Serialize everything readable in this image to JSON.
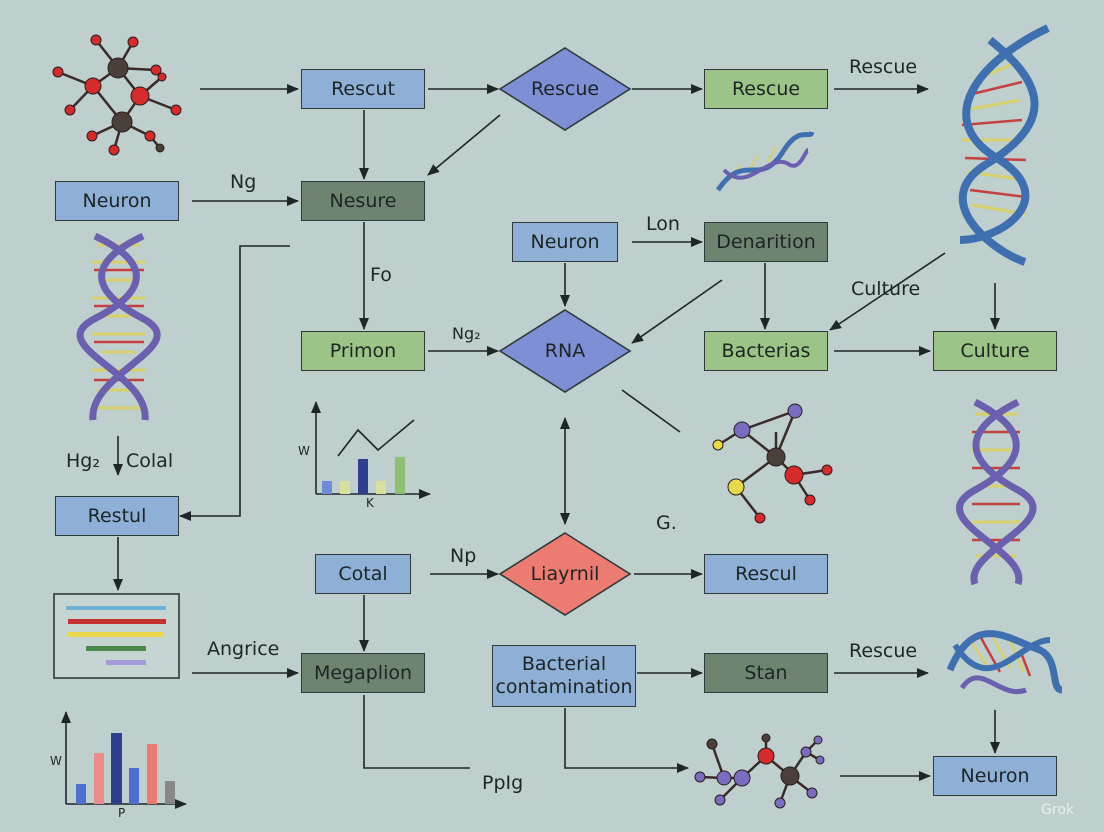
{
  "nodes": {
    "rescut": "Rescut",
    "rescue_diamond": "Rescue",
    "rescue_green": "Rescue",
    "neuron_left": "Neuron",
    "nesure": "Nesure",
    "neuron_center": "Neuron",
    "denarition": "Denarition",
    "primon": "Primon",
    "rna": "RNA",
    "bacterias": "Bacterias",
    "culture_green": "Culture",
    "restul": "Restul",
    "cotal": "Cotal",
    "liayrnil": "Liayrnil",
    "rescul": "Rescul",
    "megaplion": "Megaplion",
    "bacterial_contamination": "Bacterial\ncontamination",
    "stan": "Stan",
    "neuron_bottom": "Neuron"
  },
  "labels": {
    "rescue_top": "Rescue",
    "ng": "Ng",
    "fo": "Fo",
    "lon": "Lon",
    "culture": "Culture",
    "ng2": "Ng₂",
    "hg2": "Hg₂",
    "colal": "Colal",
    "g": "G.",
    "np": "Np",
    "angrice": "Angrice",
    "rescue_bottom": "Rescue",
    "ppig": "PpIg",
    "chart_w1": "W",
    "chart_k": "K",
    "chart_w2": "W",
    "chart_p": "P"
  },
  "watermark": "Grok",
  "colors": {
    "background": "#bfcfcd",
    "box_blue": "#8fb0d6",
    "box_green": "#9cc487",
    "box_dark": "#6f8470",
    "diamond_blue": "#7e8fd6",
    "diamond_red": "#ec7c72",
    "atom_red": "#d72a2a",
    "atom_dark": "#4b3f3a",
    "atom_purple": "#7a6cc0",
    "atom_yellow": "#e8d84a",
    "dna_blue": "#3e6fb0",
    "dna_purple": "#6b5fb0"
  },
  "icons": [
    "molecule-icon",
    "dna-helix-icon",
    "bar-chart-icon",
    "list-chart-icon"
  ]
}
